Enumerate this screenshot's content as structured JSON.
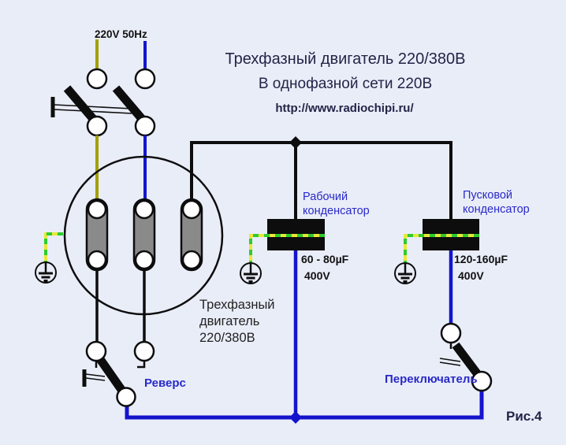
{
  "figure": {
    "supply_label": "220V 50Hz",
    "title_line1": "Трехфазный двигатель 220/380В",
    "title_line2": "В однофазной сети 220В",
    "url": "http://www.radiochipi.ru/",
    "figure_caption": "Рис.4"
  },
  "components": {
    "run_capacitor": {
      "name_line1": "Рабочий",
      "name_line2": "конденсатор",
      "capacitance": "60 - 80µF",
      "voltage": "400V"
    },
    "start_capacitor": {
      "name_line1": "Пусковой",
      "name_line2": "конденсатор",
      "capacitance": "120-160µF",
      "voltage": "400V"
    },
    "motor": {
      "label_line1": "Трехфазный",
      "label_line2": "двигатель",
      "label_line3": "220/380В"
    },
    "reverse_switch": {
      "label": "Реверс"
    },
    "mode_switch": {
      "label": "Переключатель"
    }
  },
  "colors": {
    "background": "#e9edf8",
    "wire_black": "#0d0d0d",
    "wire_blue": "#1414cd",
    "wire_yellow": "#a2a000",
    "ground_wire_yellow": "#e8e838",
    "ground_wire_green": "#2ecc2e",
    "label_blue": "#2929c8",
    "title_navy": "#242447",
    "winding_gray": "#8a8a8a"
  }
}
